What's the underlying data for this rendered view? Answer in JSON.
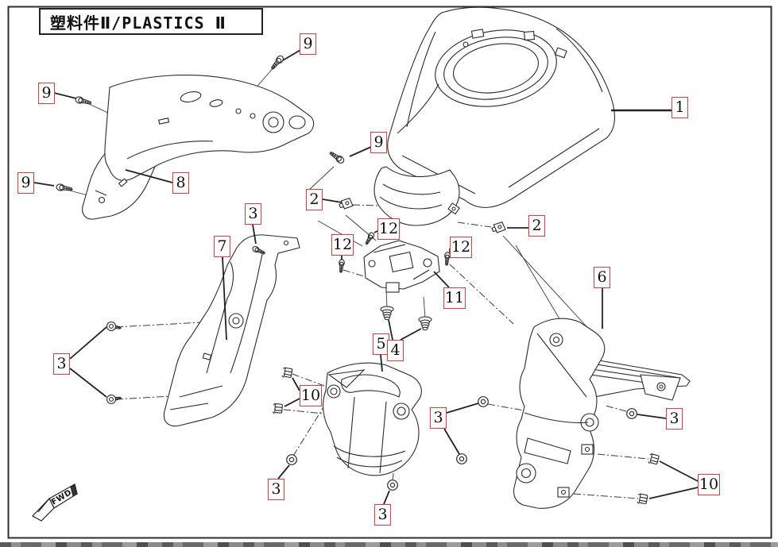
{
  "page": {
    "title": "塑料件Ⅱ/PLASTICS Ⅱ"
  },
  "colors": {
    "callout_border": "#e23b3b",
    "ink": "#2b2b2b"
  },
  "diagram": {
    "fwd_label": "FWD",
    "callouts": [
      {
        "label": "9"
      },
      {
        "label": "9"
      },
      {
        "label": "9"
      },
      {
        "label": "9"
      },
      {
        "label": "1"
      },
      {
        "label": "8"
      },
      {
        "label": "2"
      },
      {
        "label": "2"
      },
      {
        "label": "3"
      },
      {
        "label": "7"
      },
      {
        "label": "12"
      },
      {
        "label": "12"
      },
      {
        "label": "12"
      },
      {
        "label": "11"
      },
      {
        "label": "6"
      },
      {
        "label": "3"
      },
      {
        "label": "10"
      },
      {
        "label": "5"
      },
      {
        "label": "4"
      },
      {
        "label": "3"
      },
      {
        "label": "3"
      },
      {
        "label": "3"
      },
      {
        "label": "3"
      },
      {
        "label": "10"
      }
    ]
  }
}
